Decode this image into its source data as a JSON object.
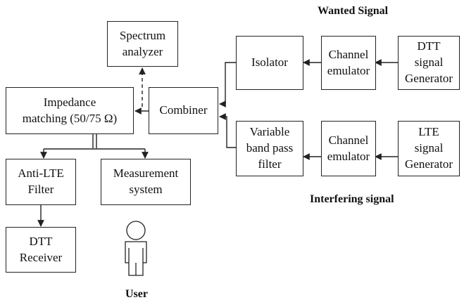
{
  "headings": {
    "wanted": "Wanted Signal",
    "interfering": "Interfering signal",
    "user": "User"
  },
  "blocks": {
    "spectrum_analyzer": [
      "Spectrum",
      "analyzer"
    ],
    "impedance_matching": [
      "Impedance",
      "matching (50/75 Ω)"
    ],
    "combiner": [
      "Combiner"
    ],
    "isolator": [
      "Isolator"
    ],
    "channel_emulator_wanted": [
      "Channel",
      "emulator"
    ],
    "dtt_generator": [
      "DTT",
      "signal",
      "Generator"
    ],
    "bandpass_filter": [
      "Variable",
      "band pass",
      "filter"
    ],
    "channel_emulator_interfering": [
      "Channel",
      "emulator"
    ],
    "lte_generator": [
      "LTE",
      "signal",
      "Generator"
    ],
    "anti_lte_filter": [
      "Anti-LTE",
      "Filter"
    ],
    "measurement_system": [
      "Measurement",
      "system"
    ],
    "dtt_receiver": [
      "DTT",
      "Receiver"
    ]
  },
  "icons": {
    "user": "person-icon"
  },
  "colors": {
    "line": "#222222",
    "background": "#ffffff"
  }
}
